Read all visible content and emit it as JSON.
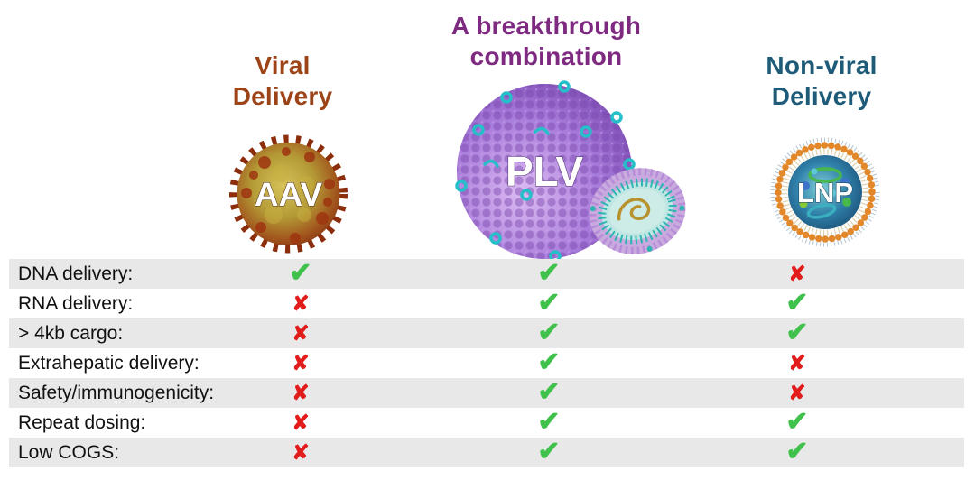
{
  "palette": {
    "viral_brown": "#9C4418",
    "combo_purple": "#7E2A80",
    "nonviral_teal": "#1D5B79",
    "check_green": "#3FC14C",
    "cross_red": "#E21B1B",
    "row_stripe_gray": "#E8E8E8",
    "label_black": "#111111",
    "background_white": "#FFFFFF"
  },
  "header": {
    "viral": {
      "title": "Viral\nDelivery",
      "particle_label": "AAV"
    },
    "combo": {
      "title": "A breakthrough\ncombination",
      "particle_label": "PLV"
    },
    "nonviral": {
      "title": "Non-viral\nDelivery",
      "particle_label": "LNP"
    }
  },
  "table": {
    "symbols": {
      "check": "✔",
      "cross": "✘"
    },
    "columns": [
      "AAV",
      "PLV",
      "LNP"
    ],
    "rows": [
      {
        "label": "DNA delivery:",
        "aav": "check",
        "plv": "check",
        "lnp": "cross"
      },
      {
        "label": "RNA delivery:",
        "aav": "cross",
        "plv": "check",
        "lnp": "check"
      },
      {
        "label": "> 4kb cargo:",
        "aav": "cross",
        "plv": "check",
        "lnp": "check"
      },
      {
        "label": "Extrahepatic delivery:",
        "aav": "cross",
        "plv": "check",
        "lnp": "cross"
      },
      {
        "label": "Safety/immunogenicity:",
        "aav": "cross",
        "plv": "check",
        "lnp": "cross"
      },
      {
        "label": "Repeat dosing:",
        "aav": "cross",
        "plv": "check",
        "lnp": "check"
      },
      {
        "label": "Low COGS:",
        "aav": "cross",
        "plv": "check",
        "lnp": "check"
      }
    ]
  }
}
